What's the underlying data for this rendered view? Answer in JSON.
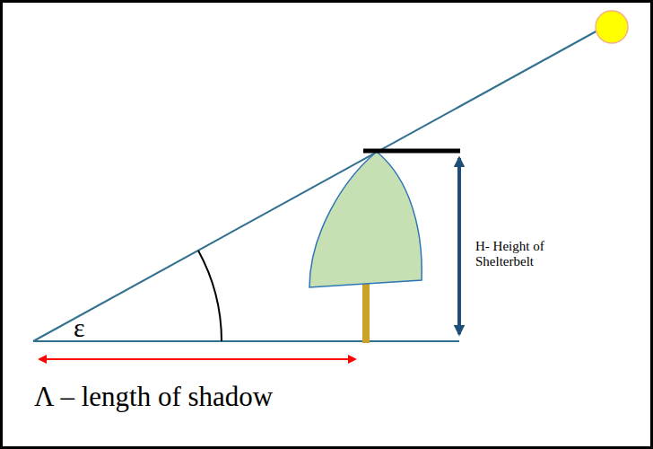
{
  "diagram": {
    "labels": [
      "ε",
      "H- Height of Shelterbelt",
      "Λ – length of shadow"
    ]
  }
}
